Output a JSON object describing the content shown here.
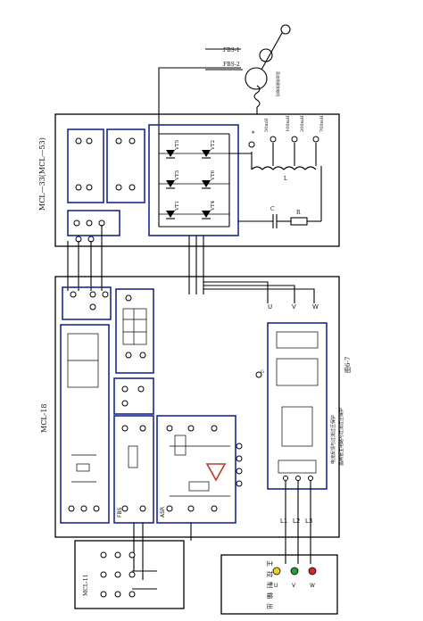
{
  "figure": {
    "caption": "图6-7",
    "system_title": "晶闸管主电路与过流过压保护"
  },
  "panels": {
    "mcl53": {
      "title": "MCL—33(MCL—53)"
    },
    "mcl18": {
      "title": "MCL-18"
    },
    "mcl11": {
      "title": "MCL-11"
    }
  },
  "thyristors": [
    "VT1",
    "VT2",
    "VT3",
    "VT4",
    "VT5",
    "VT6"
  ],
  "inductor": {
    "name": "L",
    "taps": [
      "50mH",
      "100mH",
      "200mH",
      "700mH"
    ],
    "marker": "*"
  },
  "rc": {
    "c": "C",
    "r": "R"
  },
  "motor": {
    "labels": [
      "FBS-1",
      "FBS-2"
    ],
    "note": "直流测速发电机"
  },
  "phases": {
    "top": [
      "U",
      "V",
      "W"
    ],
    "bottom": [
      "L1",
      "L2",
      "L3"
    ]
  },
  "output": {
    "title": "主控制输出",
    "chars": [
      "主",
      "控",
      "制",
      "输",
      "出"
    ],
    "phase_marks": [
      "U",
      "V",
      "W"
    ]
  },
  "modules": {
    "protect": "电流反馈与过流过压保护",
    "fbs": "FBS",
    "asr": "ASR",
    "g": "G"
  }
}
